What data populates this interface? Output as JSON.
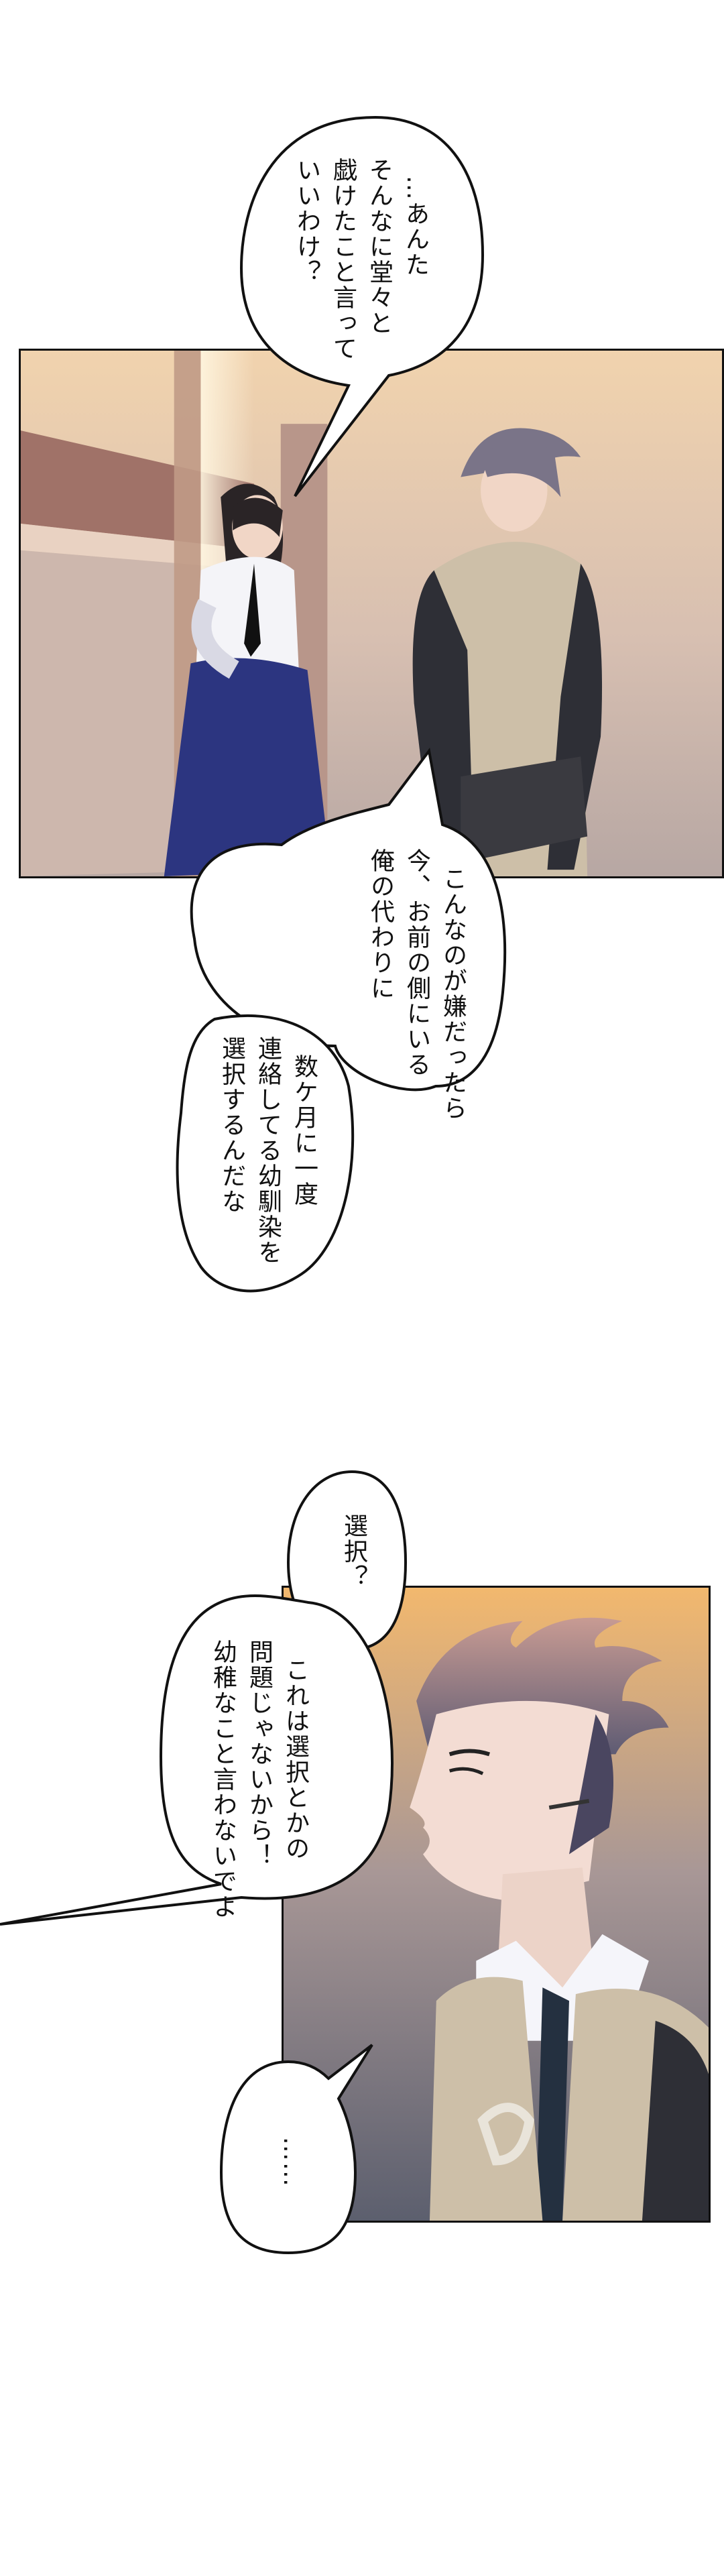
{
  "bubbles": {
    "b1": {
      "lines": [
        "…あんた",
        "そんなに堂々と",
        "戯けたこと言って",
        "いいわけ？"
      ]
    },
    "b2": {
      "lines": [
        "こんなのが嫌だったら",
        "今、お前の側にいる",
        "俺の代わりに"
      ]
    },
    "b3": {
      "lines": [
        "数ケ月に一度",
        "連絡してる幼馴染を",
        "選択するんだな"
      ]
    },
    "b4": {
      "lines": [
        "選択？"
      ]
    },
    "b5": {
      "lines": [
        "これは選択とかの",
        "問題じゃないから！",
        "幼稚なこと言わないでよ"
      ]
    },
    "b6": {
      "lines": [
        "……"
      ]
    }
  },
  "colors": {
    "panel1_sky_top": "#f1d3ae",
    "panel1_sky_bottom": "#b7a7a3",
    "panel2_top": "#f2b86e",
    "panel2_bottom": "#5c5f6e",
    "jacket": "#cdbfa8",
    "sleeve": "#2e2f36",
    "skirt": "#2c3580",
    "hair_man": "#7a7488",
    "hair_woman": "#2a2426"
  }
}
